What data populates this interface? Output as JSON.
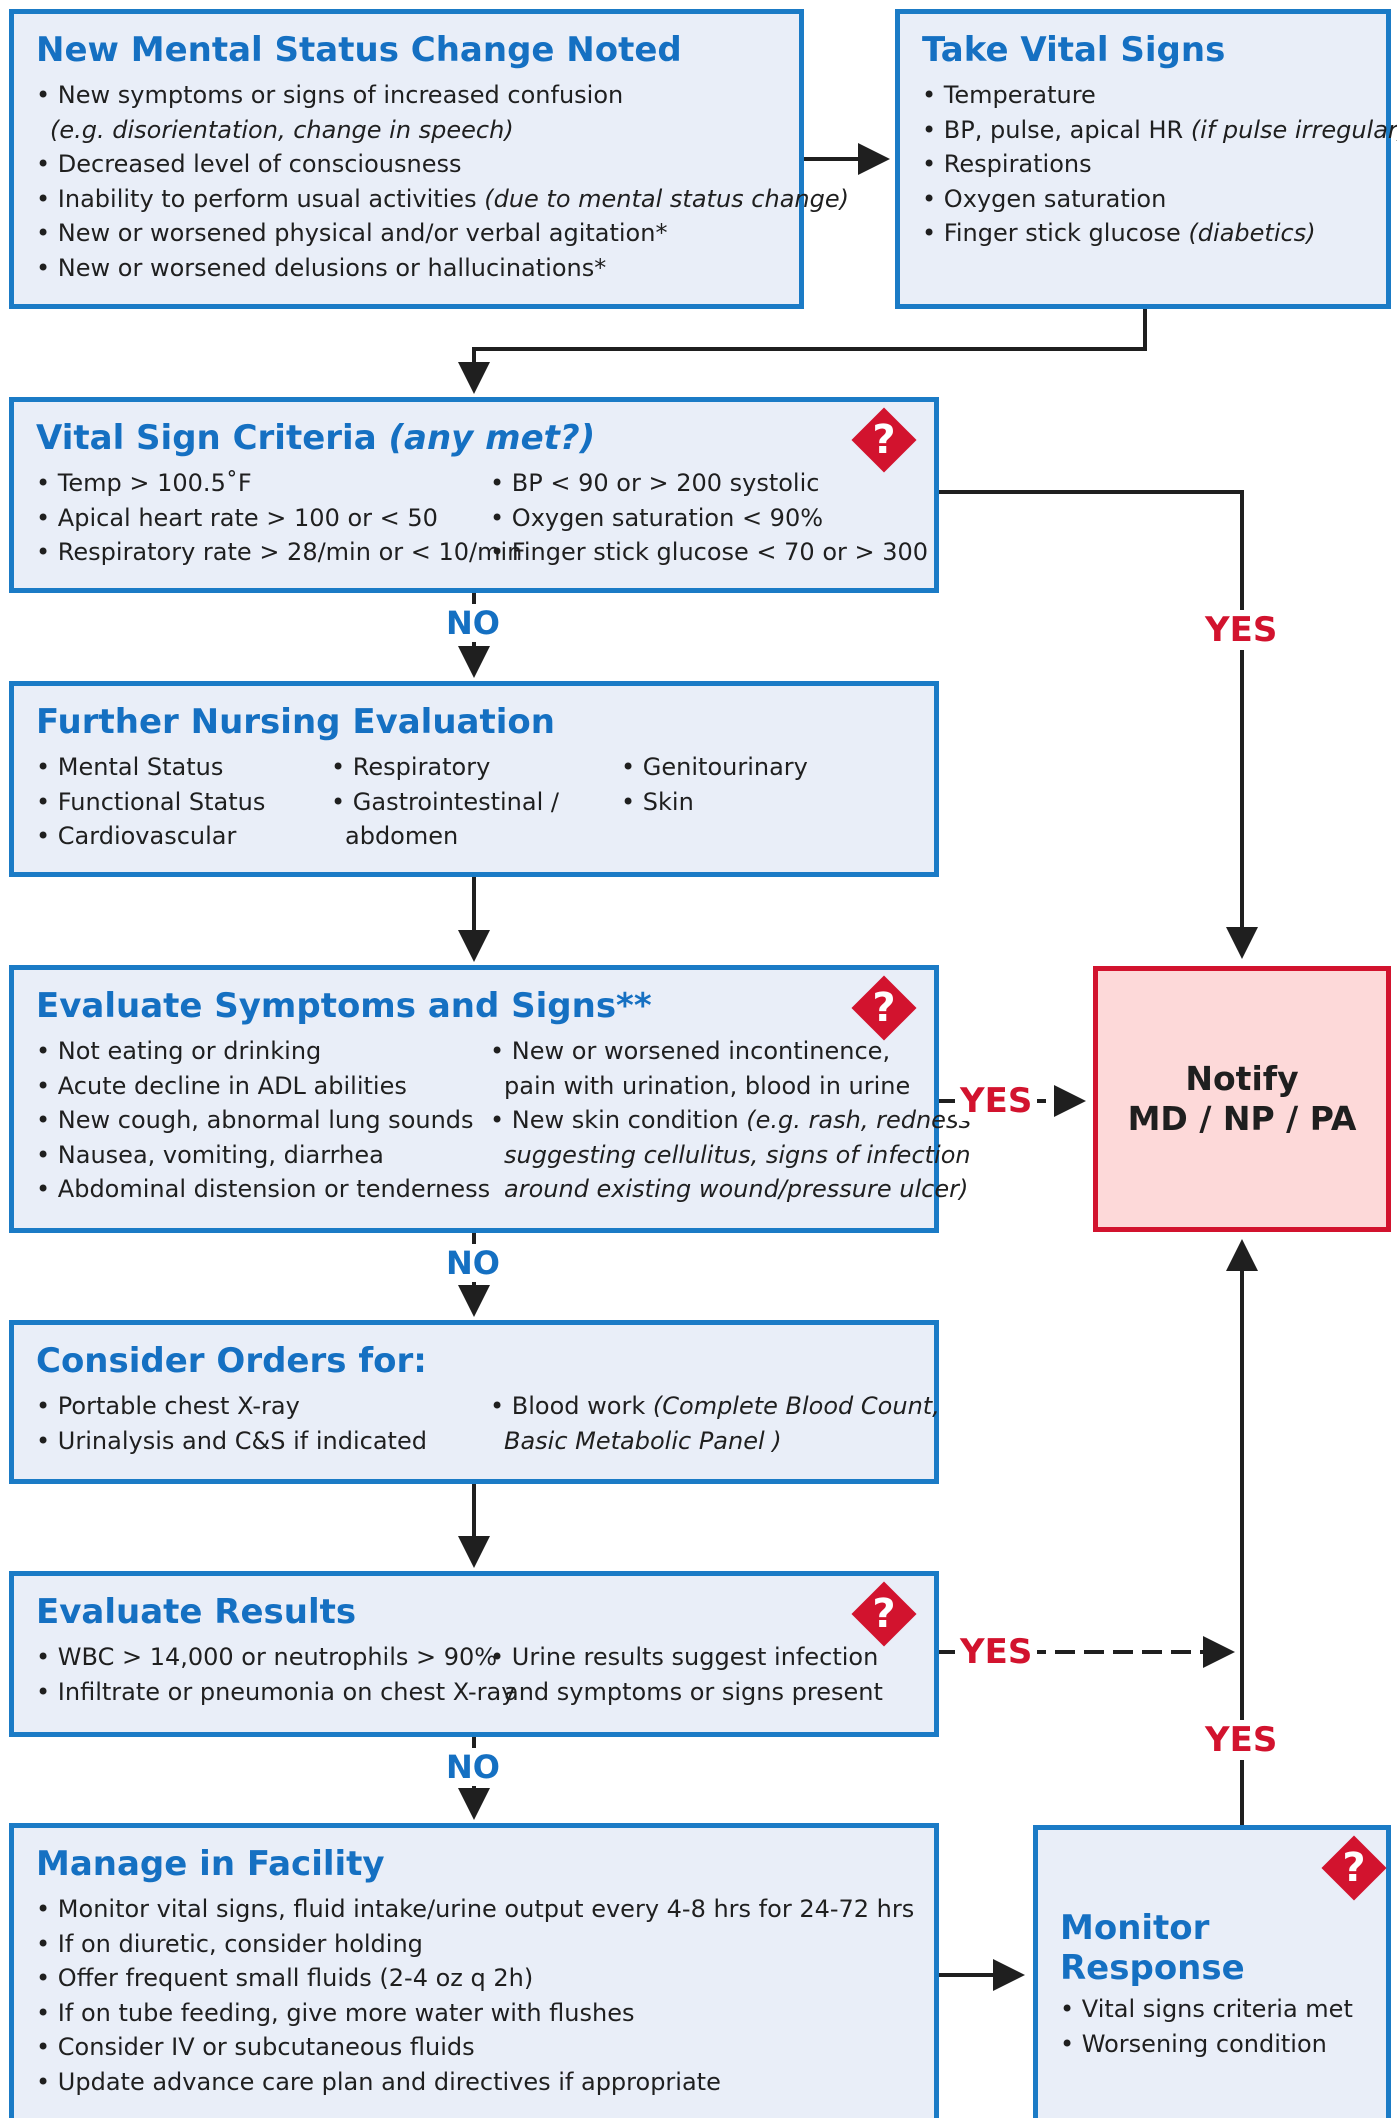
{
  "box1": {
    "title": "New Mental Status Change Noted",
    "items": [
      "New symptoms or signs of increased confusion",
      "(e.g. disorientation, change in speech)",
      "Decreased level of consciousness",
      "Inability to perform usual activities",
      "(due to mental status change)",
      "New or worsened physical and/or verbal agitation*",
      "New or worsened delusions or hallucinations*"
    ]
  },
  "box2": {
    "title": "Take Vital Signs",
    "items": [
      "Temperature",
      "BP, pulse, apical HR",
      "(if pulse irregular)",
      "Respirations",
      "Oxygen saturation",
      "Finger stick glucose",
      "(diabetics)"
    ]
  },
  "box3": {
    "title": "Vital Sign Criteria",
    "title_em": "(any met?)",
    "left": [
      "Temp > 100.5˚F",
      "Apical heart rate > 100 or < 50",
      "Respiratory rate > 28/min or < 10/min"
    ],
    "right": [
      "BP < 90 or > 200 systolic",
      "Oxygen saturation < 90%",
      "Finger stick glucose < 70 or > 300"
    ]
  },
  "box4": {
    "title": "Further Nursing Evaluation",
    "col1": [
      "Mental Status",
      "Functional Status",
      "Cardiovascular"
    ],
    "col2": [
      "Respiratory",
      "Gastrointestinal /",
      "abdomen"
    ],
    "col3": [
      "Genitourinary",
      "Skin"
    ]
  },
  "box5": {
    "title": "Evaluate Symptoms and Signs**",
    "left": [
      "Not eating or drinking",
      "Acute decline in ADL abilities",
      "New cough, abnormal lung sounds",
      "Nausea, vomiting, diarrhea",
      "Abdominal distension or tenderness"
    ],
    "right": [
      "New or worsened incontinence,",
      "pain with urination, blood in urine",
      "New skin condition",
      "(e.g. rash, redness",
      "suggesting cellulitus, signs of infection",
      "around existing wound/pressure ulcer)"
    ]
  },
  "box6": {
    "title": "Consider Orders for:",
    "left": [
      "Portable chest X-ray",
      "Urinalysis and C&S if indicated"
    ],
    "right": [
      "Blood work",
      "(Complete Blood Count,",
      "Basic Metabolic Panel )"
    ]
  },
  "box7": {
    "title": "Evaluate Results",
    "left": [
      "WBC > 14,000 or neutrophils > 90%",
      "Infiltrate or pneumonia on chest X-ray"
    ],
    "right": [
      "Urine results suggest infection",
      "and symptoms or signs present"
    ]
  },
  "box8": {
    "title": "Manage in Facility",
    "items": [
      "Monitor vital signs, fluid intake/urine output every 4-8 hrs for 24-72 hrs",
      "If on diuretic, consider holding",
      "Offer frequent small fluids (2-4 oz q 2h)",
      "If on tube feeding, give more water with flushes",
      "Consider IV or subcutaneous fluids",
      "Update advance care plan and directives if appropriate"
    ]
  },
  "box9": {
    "title_line1": "Monitor",
    "title_line2": "Response",
    "items": [
      "Vital signs criteria met",
      "Worsening condition"
    ]
  },
  "notify": {
    "line1": "Notify",
    "line2": "MD / NP / PA"
  },
  "labels": {
    "yes": "YES",
    "no": "NO",
    "question_mark": "?"
  },
  "colors": {
    "blue": "#1570c2",
    "box_border": "#1b7bc6",
    "box_fill": "#e9eef8",
    "red": "#d2132e",
    "notify_fill": "#fdd9d9",
    "arrow": "#1f1f1f"
  },
  "icons": [
    "question-diamond-icon"
  ]
}
